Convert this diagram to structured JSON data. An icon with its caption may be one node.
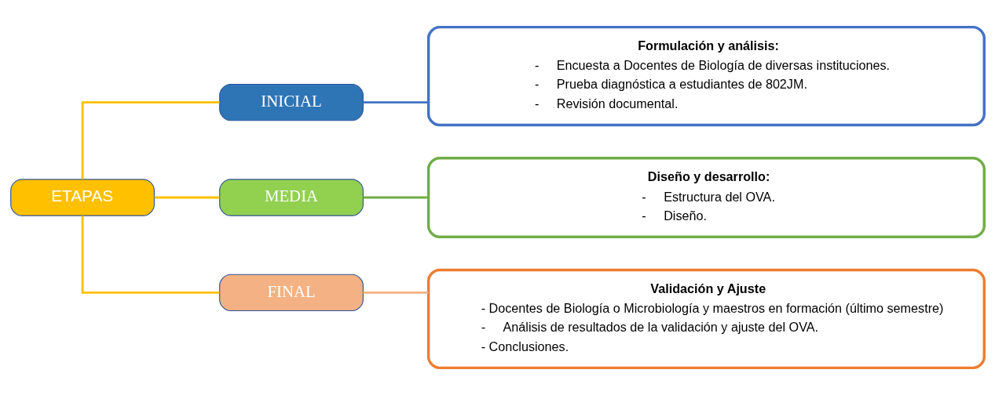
{
  "diagram": {
    "nodes": [
      {
        "text": [
          "ETAPAS"
        ]
      },
      {
        "text": [
          "INICIAL"
        ]
      },
      {
        "text": [
          "MEDIA"
        ]
      },
      {
        "text": [
          "FINAL"
        ]
      },
      {
        "text": [
          "Formulación y análisis:",
          "-     Encuesta a Docentes de Biología de diversas instituciones.",
          "-     Prueba diagnóstica a estudiantes de 802JM.",
          "-     Revisión documental."
        ]
      },
      {
        "text": [
          "Diseño y desarrollo:",
          "-     Estructura del OVA.",
          "-     Diseño."
        ]
      },
      {
        "text": [
          "Validación y Ajuste",
          "- Docentes de Biología o Microbiología y maestros en formación (último semestre)",
          "-     Análisis de resultados de la validación y ajuste del OVA.",
          "- Conclusiones."
        ]
      }
    ],
    "edges": [
      {
        "from": 0,
        "to": 1,
        "arrow": "none",
        "color": "#ffc000"
      },
      {
        "from": 0,
        "to": 2,
        "arrow": "none",
        "color": "#ffc000"
      },
      {
        "from": 0,
        "to": 3,
        "arrow": "none",
        "color": "#ffc000"
      },
      {
        "from": 1,
        "to": 4,
        "arrow": "none",
        "color": "#4472c4"
      },
      {
        "from": 2,
        "to": 5,
        "arrow": "none",
        "color": "#70ad47"
      },
      {
        "from": 3,
        "to": 6,
        "arrow": "none",
        "color": "#f4b183"
      }
    ]
  }
}
